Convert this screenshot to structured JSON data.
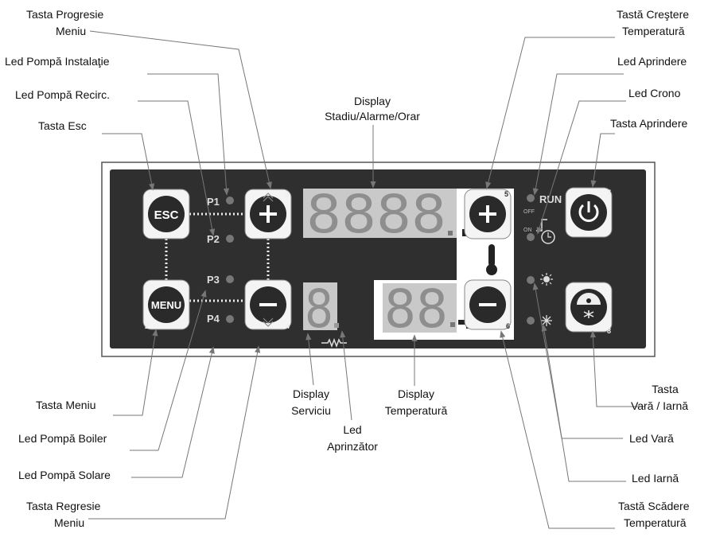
{
  "panel": {
    "buttons": {
      "esc": {
        "text": "ESC",
        "num": "1"
      },
      "menu": {
        "text": "MENU",
        "num": "2"
      },
      "plus_left": {
        "num": "3"
      },
      "minus_left": {
        "num": "4"
      },
      "plus_right": {
        "num": "5"
      },
      "minus_right": {
        "num": "6"
      },
      "power": {
        "num": "7"
      },
      "season": {
        "num": "8"
      }
    },
    "leds": {
      "p1": "P1",
      "p2": "P2",
      "p3": "P3",
      "p4": "P4",
      "run": "RUN",
      "off": "OFF",
      "on": "ON"
    },
    "displays": {
      "main": "8888",
      "service": "8",
      "temperature": "88"
    }
  },
  "labels": {
    "progresie_1": "Tasta Progresie",
    "progresie_2": "Meniu",
    "pompa_instalatie": "Led Pompă Instalaţie",
    "pompa_recirc": "Led Pompă Recirc.",
    "esc": "Tasta Esc",
    "display_stadiu_1": "Display",
    "display_stadiu_2": "Stadiu/Alarme/Orar",
    "crestere_1": "Tastă Creştere",
    "crestere_2": "Temperatură",
    "aprindere_led": "Led Aprindere",
    "crono": "Led Crono",
    "aprindere_tasta": "Tasta Aprindere",
    "meniu": "Tasta Meniu",
    "pompa_boiler": "Led Pompă Boiler",
    "pompa_solare": "Led Pompă Solare",
    "regresie_1": "Tasta Regresie",
    "regresie_2": "Meniu",
    "serviciu_1": "Display",
    "serviciu_2": "Serviciu",
    "aprinzator_1": "Led",
    "aprinzator_2": "Aprinzător",
    "temperatura_1": "Display",
    "temperatura_2": "Temperatură",
    "vara_iarna_1": "Tasta",
    "vara_iarna_2": "Vară / Iarnă",
    "led_vara": "Led Vară",
    "led_iarna": "Led Iarnă",
    "scadere_1": "Tastă Scădere",
    "scadere_2": "Temperatură"
  }
}
